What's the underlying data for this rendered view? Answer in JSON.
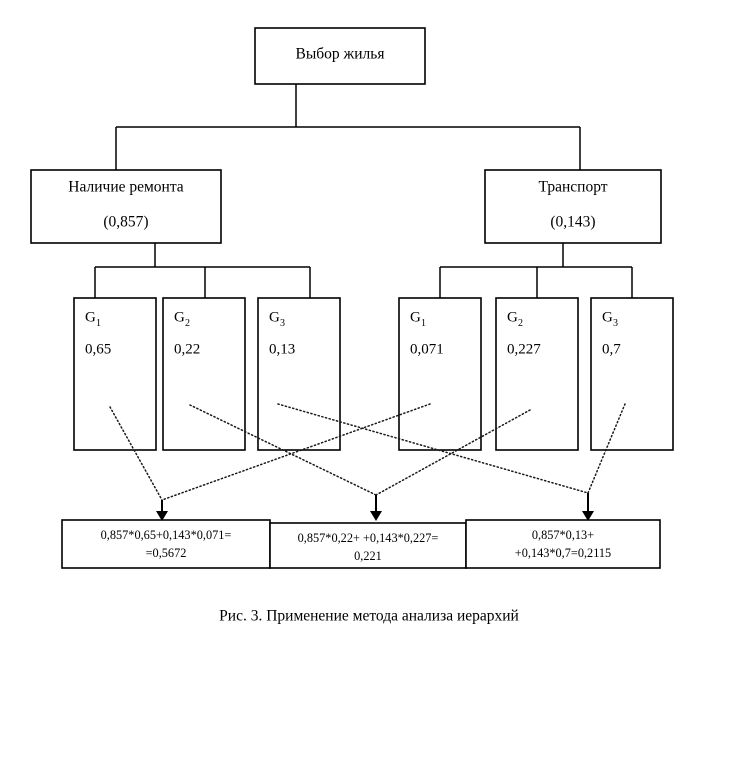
{
  "figure": {
    "caption": "Рис. 3. Применение метода анализа иерархий",
    "goal": {
      "label": "Выбор жилья"
    },
    "criteria": [
      {
        "label": "Наличие ремонта",
        "weight": "(0,857)"
      },
      {
        "label": "Транспорт",
        "weight": "(0,143)"
      }
    ],
    "alternatives": {
      "left": [
        {
          "name": "G",
          "sub": "1",
          "value": "0,65"
        },
        {
          "name": "G",
          "sub": "2",
          "value": "0,22"
        },
        {
          "name": "G",
          "sub": "3",
          "value": "0,13"
        }
      ],
      "right": [
        {
          "name": "G",
          "sub": "1",
          "value": "0,071"
        },
        {
          "name": "G",
          "sub": "2",
          "value": "0,227"
        },
        {
          "name": "G",
          "sub": "3",
          "value": "0,7"
        }
      ]
    },
    "results": [
      {
        "line1": "0,857*0,65+0,143*0,071=",
        "line2": "=0,5672"
      },
      {
        "line1": "0,857*0,22+ +0,143*0,227=",
        "line2": "0,221"
      },
      {
        "line1": "0,857*0,13+",
        "line2": "+0,143*0,7=0,2115"
      }
    ]
  },
  "chart_data": {
    "type": "diagram",
    "title": "Рис. 3. Применение метода анализа иерархий",
    "structure": "analytic-hierarchy-process",
    "levels": [
      {
        "level": 0,
        "nodes": [
          "Выбор жилья"
        ]
      },
      {
        "level": 1,
        "nodes": [
          "Наличие ремонта (0,857)",
          "Транспорт (0,143)"
        ]
      },
      {
        "level": 2,
        "nodes": [
          "G1 0,65",
          "G2 0,22",
          "G3 0,13",
          "G1 0,071",
          "G2 0,227",
          "G3 0,7"
        ]
      },
      {
        "level": 3,
        "nodes": [
          "0,5672",
          "0,221",
          "0,2115"
        ]
      }
    ],
    "criteria_weights": {
      "Наличие ремонта": 0.857,
      "Транспорт": 0.143
    },
    "alternative_scores": {
      "Наличие ремонта": {
        "G1": 0.65,
        "G2": 0.22,
        "G3": 0.13
      },
      "Транспорт": {
        "G1": 0.071,
        "G2": 0.227,
        "G3": 0.7
      }
    },
    "synthesis": [
      {
        "alternative": "G1",
        "expression": "0,857*0,65+0,143*0,071",
        "value": 0.5672
      },
      {
        "alternative": "G2",
        "expression": "0,857*0,22+0,143*0,227",
        "value": 0.221
      },
      {
        "alternative": "G3",
        "expression": "0,857*0,13+0,143*0,7",
        "value": 0.2115
      }
    ]
  }
}
